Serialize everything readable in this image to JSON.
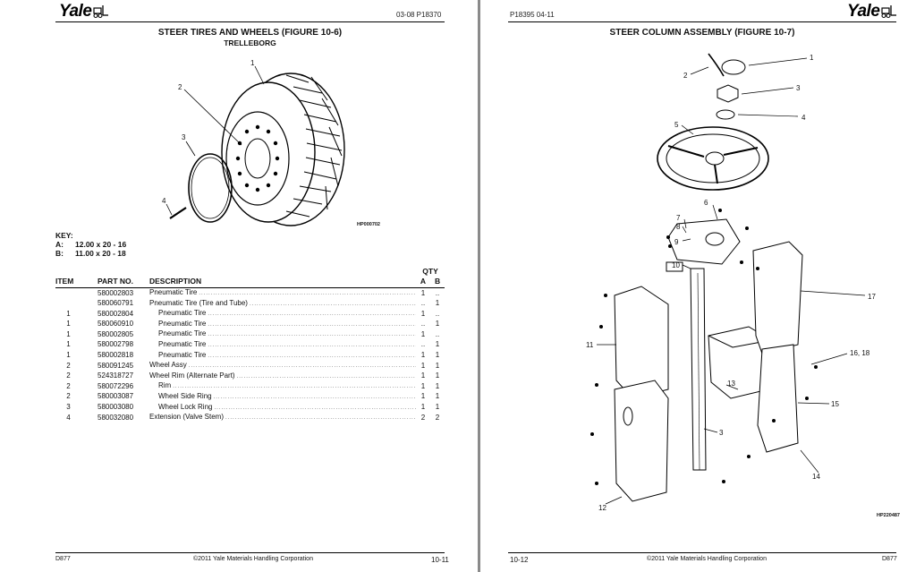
{
  "left": {
    "header": {
      "brand": "Yale",
      "doc_code": "03-08   P18370"
    },
    "title": "STEER TIRES AND WHEELS (FIGURE 10-6)",
    "subtitle": "TRELLEBORG",
    "figure": {
      "code": "HP000702",
      "callouts": [
        "1",
        "2",
        "3",
        "4"
      ]
    },
    "key": {
      "label": "KEY:",
      "rows": [
        {
          "letter": "A:",
          "text": "12.00 x 20 - 16"
        },
        {
          "letter": "B:",
          "text": "11.00 x 20 - 18"
        }
      ]
    },
    "table": {
      "qty_label": "QTY",
      "headers": {
        "item": "ITEM",
        "part": "PART NO.",
        "desc": "DESCRIPTION",
        "a": "A",
        "b": "B"
      },
      "rows": [
        {
          "item": "",
          "part": "580002803",
          "desc": "Pneumatic Tire",
          "indent": false,
          "a": "1",
          "b": ".."
        },
        {
          "item": "",
          "part": "580060791",
          "desc": "Pneumatic Tire (Tire and Tube)",
          "indent": false,
          "a": "..",
          "b": "1"
        },
        {
          "item": "1",
          "part": "580002804",
          "desc": "Pneumatic Tire",
          "indent": true,
          "a": "1",
          "b": ".."
        },
        {
          "item": "1",
          "part": "580060910",
          "desc": "Pneumatic Tire",
          "indent": true,
          "a": "..",
          "b": "1"
        },
        {
          "item": "1",
          "part": "580002805",
          "desc": "Pneumatic Tire",
          "indent": true,
          "a": "1",
          "b": ".."
        },
        {
          "item": "1",
          "part": "580002798",
          "desc": "Pneumatic Tire",
          "indent": true,
          "a": "..",
          "b": "1"
        },
        {
          "item": "1",
          "part": "580002818",
          "desc": "Pneumatic Tire",
          "indent": true,
          "a": "1",
          "b": "1"
        },
        {
          "item": "2",
          "part": "580091245",
          "desc": "Wheel Assy",
          "indent": false,
          "a": "1",
          "b": "1"
        },
        {
          "item": "2",
          "part": "524318727",
          "desc": "Wheel Rim (Alternate Part)",
          "indent": false,
          "a": "1",
          "b": "1"
        },
        {
          "item": "2",
          "part": "580072296",
          "desc": "Rim",
          "indent": true,
          "a": "1",
          "b": "1"
        },
        {
          "item": "2",
          "part": "580003087",
          "desc": "Wheel Side Ring",
          "indent": true,
          "a": "1",
          "b": "1"
        },
        {
          "item": "3",
          "part": "580003080",
          "desc": "Wheel Lock Ring",
          "indent": true,
          "a": "1",
          "b": "1"
        },
        {
          "item": "4",
          "part": "580032080",
          "desc": "Extension (Valve Stem)",
          "indent": false,
          "a": "2",
          "b": "2"
        }
      ]
    },
    "footer": {
      "model": "D877",
      "copyright": "©2011 Yale Materials Handling Corporation",
      "page": "10-11"
    }
  },
  "right": {
    "header": {
      "brand": "Yale",
      "doc_code": "P18395   04-11"
    },
    "title": "STEER COLUMN ASSEMBLY (FIGURE 10-7)",
    "figure": {
      "code": "HP220487",
      "callouts": [
        "1",
        "2",
        "3",
        "4",
        "5",
        "6",
        "7",
        "8",
        "9",
        "10",
        "11",
        "17",
        "16, 18",
        "13",
        "15",
        "3",
        "14",
        "12"
      ]
    },
    "footer": {
      "page": "10-12",
      "copyright": "©2011 Yale Materials Handling Corporation",
      "model": "D877"
    }
  },
  "colors": {
    "ink": "#111111",
    "gutter": "#8a8a8a",
    "paper": "#ffffff"
  }
}
